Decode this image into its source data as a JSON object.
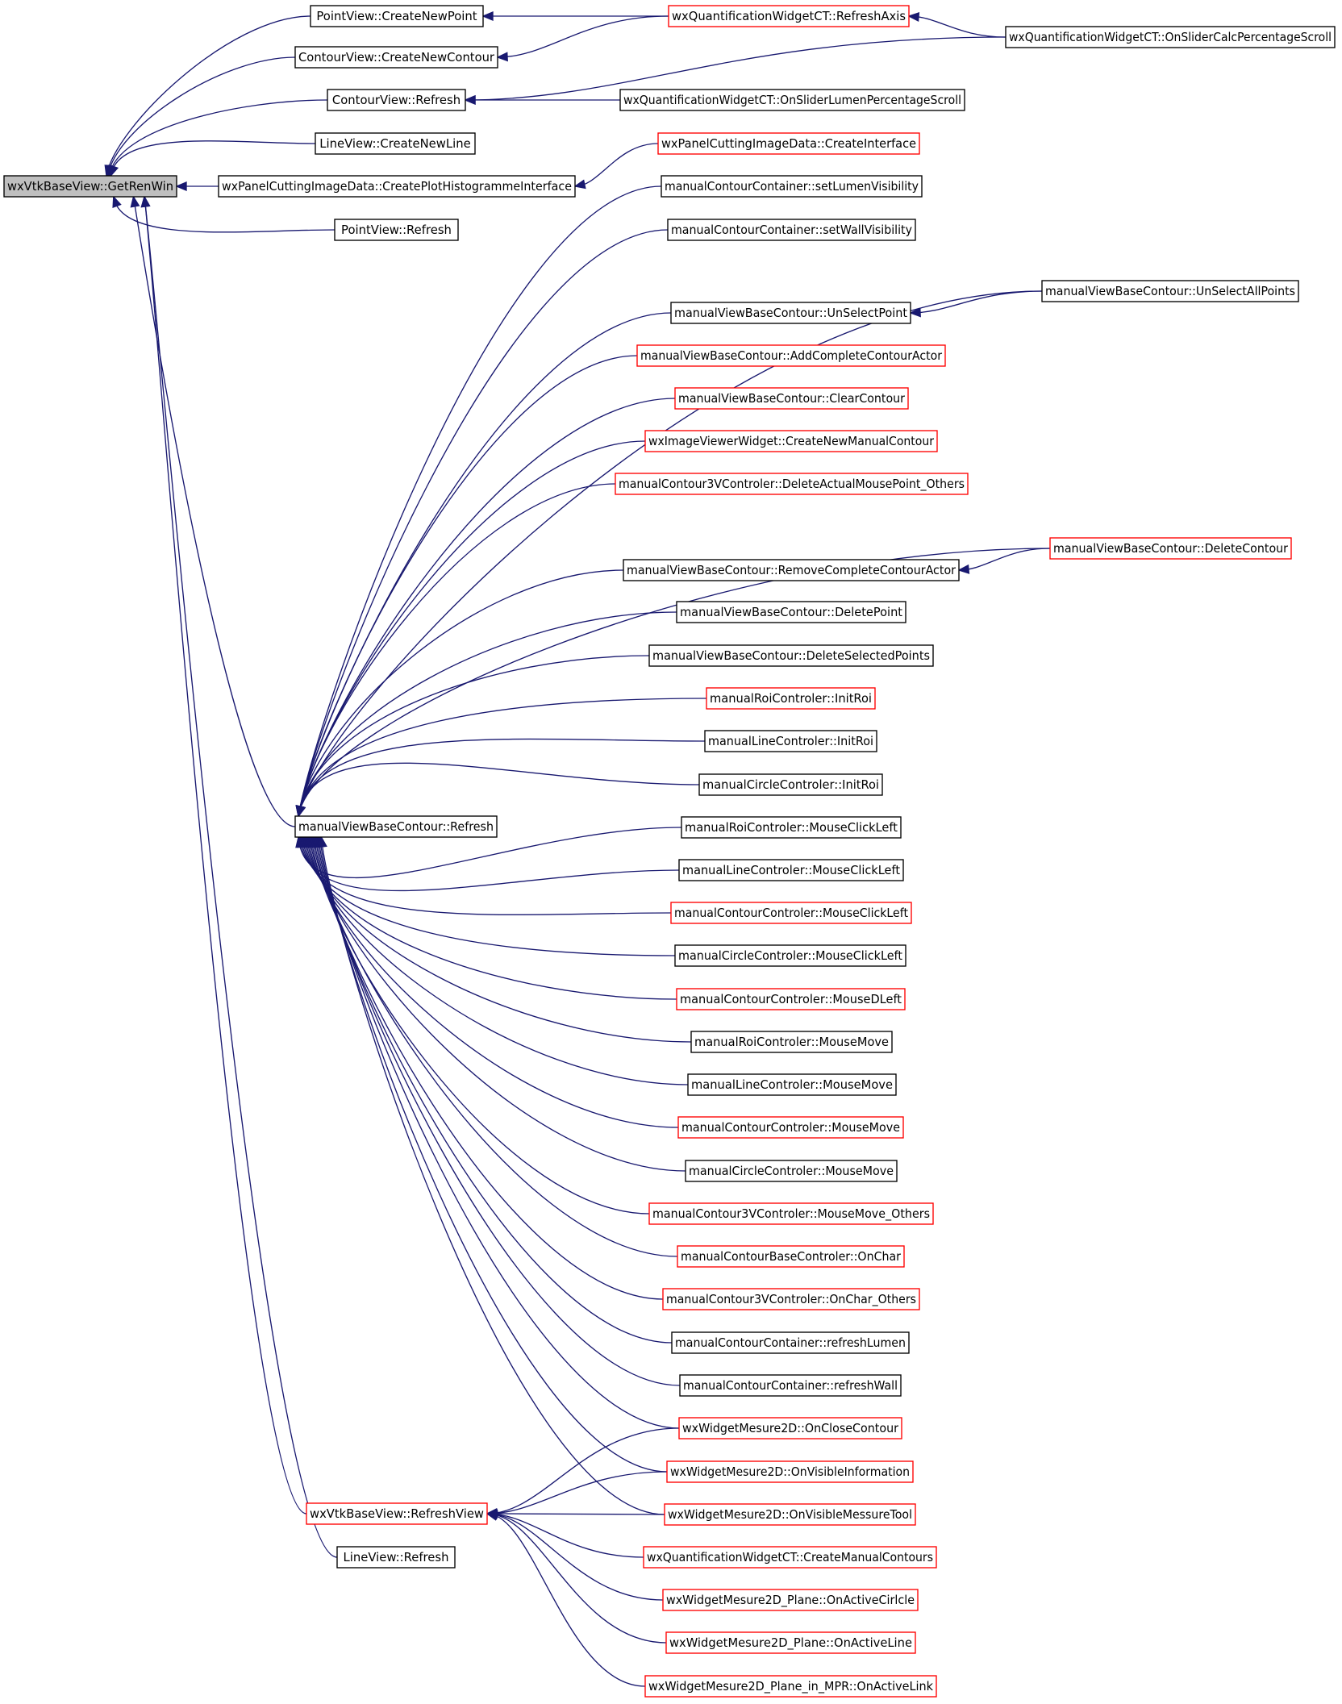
{
  "colors": {
    "edge": "#191970",
    "node_border_black": "#000000",
    "node_border_red": "#ff0000",
    "root_fill": "#bfbfbf",
    "node_fill": "#ffffff",
    "background": "#ffffff"
  },
  "nodes": [
    {
      "id": "getrenwin",
      "label": "wxVtkBaseView::GetRenWin",
      "border": "black",
      "root": true
    },
    {
      "id": "pv_createnewpoint",
      "label": "PointView::CreateNewPoint",
      "border": "black"
    },
    {
      "id": "cv_createnewcontour",
      "label": "ContourView::CreateNewContour",
      "border": "black"
    },
    {
      "id": "cv_refresh",
      "label": "ContourView::Refresh",
      "border": "black"
    },
    {
      "id": "lv_createnewline",
      "label": "LineView::CreateNewLine",
      "border": "black"
    },
    {
      "id": "wxpanel_createplot",
      "label": "wxPanelCuttingImageData::CreatePlotHistogrammeInterface",
      "border": "black"
    },
    {
      "id": "pv_refresh",
      "label": "PointView::Refresh",
      "border": "black"
    },
    {
      "id": "mvbc_refresh",
      "label": "manualViewBaseContour::Refresh",
      "border": "black"
    },
    {
      "id": "wvbv_refreshview",
      "label": "wxVtkBaseView::RefreshView",
      "border": "red"
    },
    {
      "id": "lv_refresh",
      "label": "LineView::Refresh",
      "border": "black"
    },
    {
      "id": "wqw_refreshaxis",
      "label": "wxQuantificationWidgetCT::RefreshAxis",
      "border": "red"
    },
    {
      "id": "wqw_onsliderlumen",
      "label": "wxQuantificationWidgetCT::OnSliderLumenPercentageScroll",
      "border": "black"
    },
    {
      "id": "wxpanel_createinterface",
      "label": "wxPanelCuttingImageData::CreateInterface",
      "border": "red"
    },
    {
      "id": "mcc_setlumenvisibility",
      "label": "manualContourContainer::setLumenVisibility",
      "border": "black"
    },
    {
      "id": "mcc_setwallvisibility",
      "label": "manualContourContainer::setWallVisibility",
      "border": "black"
    },
    {
      "id": "mvbc_unselectpoint",
      "label": "manualViewBaseContour::UnSelectPoint",
      "border": "black"
    },
    {
      "id": "mvbc_addcompletecontouractor",
      "label": "manualViewBaseContour::AddCompleteContourActor",
      "border": "red"
    },
    {
      "id": "mvbc_clearcontour",
      "label": "manualViewBaseContour::ClearContour",
      "border": "red"
    },
    {
      "id": "wiv_createnewmanualcontour",
      "label": "wxImageViewerWidget::CreateNewManualContour",
      "border": "red"
    },
    {
      "id": "mc3v_deleteactualmousepoint",
      "label": "manualContour3VControler::DeleteActualMousePoint_Others",
      "border": "red"
    },
    {
      "id": "mvbc_removecompletecontouractor",
      "label": "manualViewBaseContour::RemoveCompleteContourActor",
      "border": "black"
    },
    {
      "id": "mvbc_deletepoint",
      "label": "manualViewBaseContour::DeletePoint",
      "border": "black"
    },
    {
      "id": "mvbc_deleteselectedpoints",
      "label": "manualViewBaseContour::DeleteSelectedPoints",
      "border": "black"
    },
    {
      "id": "mrc_initroi",
      "label": "manualRoiControler::InitRoi",
      "border": "red"
    },
    {
      "id": "mlc_initroi",
      "label": "manualLineControler::InitRoi",
      "border": "black"
    },
    {
      "id": "mcirc_initroi",
      "label": "manualCircleControler::InitRoi",
      "border": "black"
    },
    {
      "id": "mrc_mouseclickleft",
      "label": "manualRoiControler::MouseClickLeft",
      "border": "black"
    },
    {
      "id": "mlc_mouseclickleft",
      "label": "manualLineControler::MouseClickLeft",
      "border": "black"
    },
    {
      "id": "mcontc_mouseclickleft",
      "label": "manualContourControler::MouseClickLeft",
      "border": "red"
    },
    {
      "id": "mcirc_mouseclickleft",
      "label": "manualCircleControler::MouseClickLeft",
      "border": "black"
    },
    {
      "id": "mcontc_mousedleft",
      "label": "manualContourControler::MouseDLeft",
      "border": "red"
    },
    {
      "id": "mrc_mousemove",
      "label": "manualRoiControler::MouseMove",
      "border": "black"
    },
    {
      "id": "mlc_mousemove",
      "label": "manualLineControler::MouseMove",
      "border": "black"
    },
    {
      "id": "mcontc_mousemove",
      "label": "manualContourControler::MouseMove",
      "border": "red"
    },
    {
      "id": "mcirc_mousemove",
      "label": "manualCircleControler::MouseMove",
      "border": "black"
    },
    {
      "id": "mc3v_mousemove_others",
      "label": "manualContour3VControler::MouseMove_Others",
      "border": "red"
    },
    {
      "id": "mcbc_onchar",
      "label": "manualContourBaseControler::OnChar",
      "border": "red"
    },
    {
      "id": "mc3v_onchar_others",
      "label": "manualContour3VControler::OnChar_Others",
      "border": "red"
    },
    {
      "id": "mcc_refreshlumen",
      "label": "manualContourContainer::refreshLumen",
      "border": "black"
    },
    {
      "id": "mcc_refreshwall",
      "label": "manualContourContainer::refreshWall",
      "border": "black"
    },
    {
      "id": "wm2d_onclosecontour",
      "label": "wxWidgetMesure2D::OnCloseContour",
      "border": "red"
    },
    {
      "id": "wm2d_onvisibleinformation",
      "label": "wxWidgetMesure2D::OnVisibleInformation",
      "border": "red"
    },
    {
      "id": "wm2d_onvisiblemessuretool",
      "label": "wxWidgetMesure2D::OnVisibleMessureTool",
      "border": "red"
    },
    {
      "id": "wqw_createmanualcontours",
      "label": "wxQuantificationWidgetCT::CreateManualContours",
      "border": "red"
    },
    {
      "id": "wm2dp_onactivecirlcle",
      "label": "wxWidgetMesure2D_Plane::OnActiveCirlcle",
      "border": "red"
    },
    {
      "id": "wm2dp_onactiveline",
      "label": "wxWidgetMesure2D_Plane::OnActiveLine",
      "border": "red"
    },
    {
      "id": "wm2dpmpr_onactivelink",
      "label": "wxWidgetMesure2D_Plane_in_MPR::OnActiveLink",
      "border": "red"
    },
    {
      "id": "wqw_onslidercalc",
      "label": "wxQuantificationWidgetCT::OnSliderCalcPercentageScroll",
      "border": "black"
    },
    {
      "id": "mvbc_unselectallpoints",
      "label": "manualViewBaseContour::UnSelectAllPoints",
      "border": "black"
    },
    {
      "id": "mvbc_deletecontour",
      "label": "manualViewBaseContour::DeleteContour",
      "border": "red"
    }
  ],
  "edges": [
    [
      "pv_createnewpoint",
      "getrenwin"
    ],
    [
      "cv_createnewcontour",
      "getrenwin"
    ],
    [
      "cv_refresh",
      "getrenwin"
    ],
    [
      "lv_createnewline",
      "getrenwin"
    ],
    [
      "wxpanel_createplot",
      "getrenwin"
    ],
    [
      "pv_refresh",
      "getrenwin"
    ],
    [
      "mvbc_refresh",
      "getrenwin"
    ],
    [
      "wvbv_refreshview",
      "getrenwin"
    ],
    [
      "lv_refresh",
      "getrenwin"
    ],
    [
      "wqw_refreshaxis",
      "pv_createnewpoint"
    ],
    [
      "wqw_refreshaxis",
      "cv_createnewcontour"
    ],
    [
      "wqw_onslidercalc",
      "wqw_refreshaxis"
    ],
    [
      "wqw_onslidercalc",
      "cv_refresh"
    ],
    [
      "wqw_onsliderlumen",
      "cv_refresh"
    ],
    [
      "wxpanel_createinterface",
      "wxpanel_createplot"
    ],
    [
      "mvbc_unselectallpoints",
      "mvbc_unselectpoint"
    ],
    [
      "mvbc_deletecontour",
      "mvbc_removecompletecontouractor"
    ],
    [
      "mcc_setlumenvisibility",
      "mvbc_refresh"
    ],
    [
      "mcc_setwallvisibility",
      "mvbc_refresh"
    ],
    [
      "mvbc_unselectallpoints",
      "mvbc_refresh"
    ],
    [
      "mvbc_unselectpoint",
      "mvbc_refresh"
    ],
    [
      "mvbc_addcompletecontouractor",
      "mvbc_refresh"
    ],
    [
      "mvbc_clearcontour",
      "mvbc_refresh"
    ],
    [
      "wiv_createnewmanualcontour",
      "mvbc_refresh"
    ],
    [
      "mc3v_deleteactualmousepoint",
      "mvbc_refresh"
    ],
    [
      "mvbc_deletecontour",
      "mvbc_refresh"
    ],
    [
      "mvbc_removecompletecontouractor",
      "mvbc_refresh"
    ],
    [
      "mvbc_deletepoint",
      "mvbc_refresh"
    ],
    [
      "mvbc_deleteselectedpoints",
      "mvbc_refresh"
    ],
    [
      "mrc_initroi",
      "mvbc_refresh"
    ],
    [
      "mlc_initroi",
      "mvbc_refresh"
    ],
    [
      "mcirc_initroi",
      "mvbc_refresh"
    ],
    [
      "mrc_mouseclickleft",
      "mvbc_refresh"
    ],
    [
      "mlc_mouseclickleft",
      "mvbc_refresh"
    ],
    [
      "mcontc_mouseclickleft",
      "mvbc_refresh"
    ],
    [
      "mcirc_mouseclickleft",
      "mvbc_refresh"
    ],
    [
      "mcontc_mousedleft",
      "mvbc_refresh"
    ],
    [
      "mrc_mousemove",
      "mvbc_refresh"
    ],
    [
      "mlc_mousemove",
      "mvbc_refresh"
    ],
    [
      "mcontc_mousemove",
      "mvbc_refresh"
    ],
    [
      "mcirc_mousemove",
      "mvbc_refresh"
    ],
    [
      "mc3v_mousemove_others",
      "mvbc_refresh"
    ],
    [
      "mcbc_onchar",
      "mvbc_refresh"
    ],
    [
      "mc3v_onchar_others",
      "mvbc_refresh"
    ],
    [
      "mcc_refreshlumen",
      "mvbc_refresh"
    ],
    [
      "mcc_refreshwall",
      "mvbc_refresh"
    ],
    [
      "wm2d_onclosecontour",
      "mvbc_refresh"
    ],
    [
      "wm2d_onvisibleinformation",
      "mvbc_refresh"
    ],
    [
      "wm2d_onvisiblemessuretool",
      "mvbc_refresh"
    ],
    [
      "wm2d_onclosecontour",
      "wvbv_refreshview"
    ],
    [
      "wm2d_onvisibleinformation",
      "wvbv_refreshview"
    ],
    [
      "wm2d_onvisiblemessuretool",
      "wvbv_refreshview"
    ],
    [
      "wqw_createmanualcontours",
      "wvbv_refreshview"
    ],
    [
      "wm2dp_onactivecirlcle",
      "wvbv_refreshview"
    ],
    [
      "wm2dp_onactiveline",
      "wvbv_refreshview"
    ],
    [
      "wm2dpmpr_onactivelink",
      "wvbv_refreshview"
    ]
  ]
}
